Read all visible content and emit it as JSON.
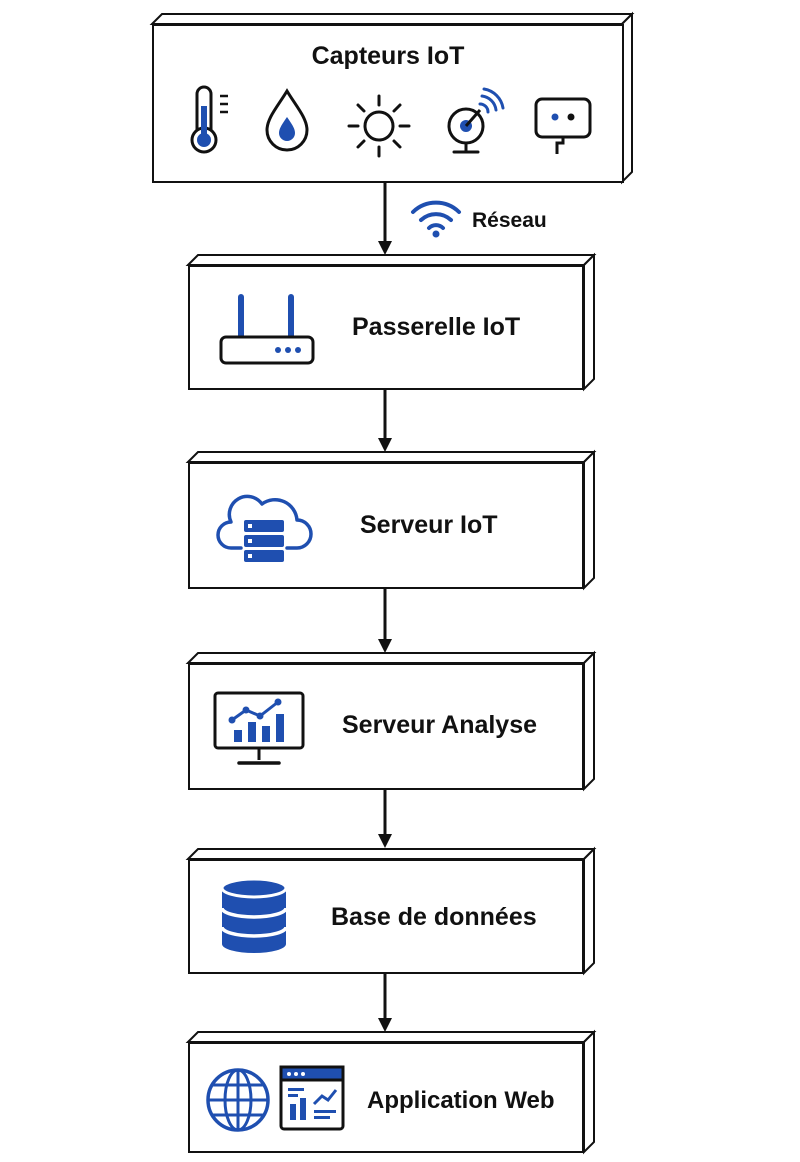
{
  "theme": {
    "accent": "#1f4fb0",
    "ink": "#111111"
  },
  "sensors": {
    "title": "Capteurs IoT",
    "icons": [
      "thermometer-icon",
      "water-drop-icon",
      "sun-icon",
      "satellite-dish-icon",
      "smart-plug-icon"
    ]
  },
  "network": {
    "label": "Réseau",
    "icon": "wifi-icon"
  },
  "nodes": [
    {
      "label": "Passerelle IoT",
      "icon": "router-icon"
    },
    {
      "label": "Serveur IoT",
      "icon": "cloud-server-icon"
    },
    {
      "label": "Serveur Analyse",
      "icon": "analytics-monitor-icon"
    },
    {
      "label": "Base de données",
      "icon": "database-icon"
    },
    {
      "label": "Application Web",
      "icon": "globe-dashboard-icon"
    }
  ]
}
